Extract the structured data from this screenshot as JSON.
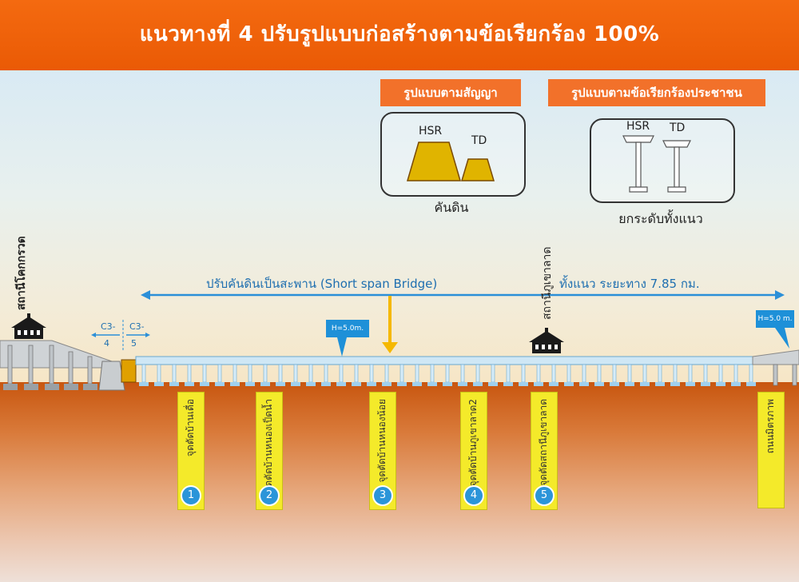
{
  "header": {
    "title": "แนวทางที่ 4 ปรับรูปแบบก่อสร้างตามข้อเรียกร้อง 100%"
  },
  "panels": {
    "contract": {
      "tag": "รูปแบบตามสัญญา",
      "hsr": "HSR",
      "td": "TD",
      "caption": "คันดิน"
    },
    "demand": {
      "tag": "รูปแบบตามข้อเรียกร้องประชาชน",
      "hsr": "HSR",
      "td": "TD",
      "caption": "ยกระดับทั้งแนว"
    }
  },
  "span": {
    "left_text": "ปรับคันดินเป็นสะพาน (Short span Bridge)",
    "right_text": "ทั้งแนว ระยะทาง 7.85 กม."
  },
  "stations": {
    "left": "สถานีโคกกรวด",
    "middle": "สถานีภูเขาลาด"
  },
  "c3": {
    "a": "C3-",
    "a_num": "4",
    "b": "C3-",
    "b_num": "5"
  },
  "callouts": {
    "mid": "H=5.0m.",
    "right": "H=5.0 m."
  },
  "markers": [
    {
      "num": "1",
      "label": "จุดตัดบ้านเดื่อ"
    },
    {
      "num": "2",
      "label": "จุดตัดบ้านหนองเป็ดน้ำ"
    },
    {
      "num": "3",
      "label": "จุดตัดบ้านหนองน้อย"
    },
    {
      "num": "4",
      "label": "จุดตัดบ้านภูเขาลาด2"
    },
    {
      "num": "5",
      "label": "จุดตัดสถานีภูเขาลาด"
    },
    {
      "num": "",
      "label": "ถนนมิตรภาพ"
    }
  ],
  "colors": {
    "header": "#ea5a05",
    "tag": "#f2712a",
    "arrow": "#2b8fd8",
    "marker": "#f4ea2a",
    "earth": "#e0b400"
  }
}
